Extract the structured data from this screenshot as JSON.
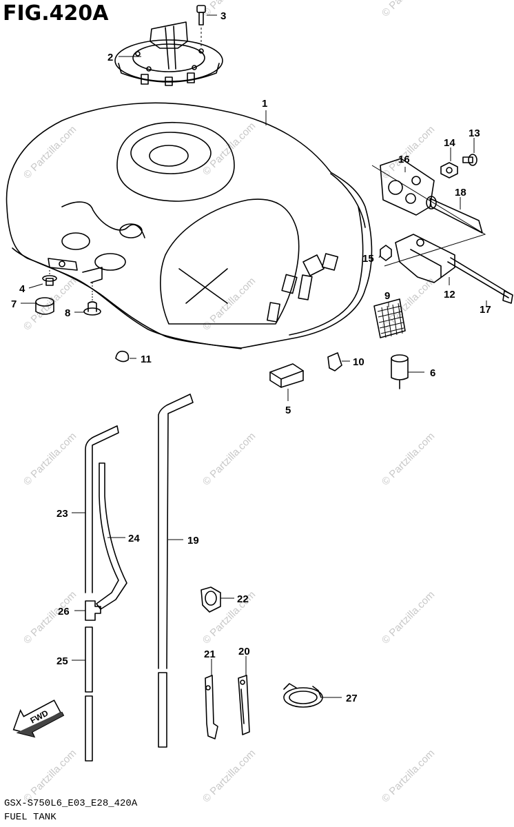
{
  "figure": {
    "title": "FIG.420A",
    "code": "GSX-S750L6_E03_E28_420A",
    "caption": "FUEL TANK"
  },
  "watermark": {
    "text": "© Partzilla.com"
  },
  "arrow": {
    "label": "FWD"
  },
  "callouts": [
    "1",
    "2",
    "3",
    "4",
    "5",
    "6",
    "7",
    "8",
    "9",
    "10",
    "11",
    "12",
    "13",
    "14",
    "15",
    "16",
    "17",
    "18",
    "19",
    "20",
    "21",
    "22",
    "23",
    "24",
    "25",
    "26",
    "27"
  ]
}
